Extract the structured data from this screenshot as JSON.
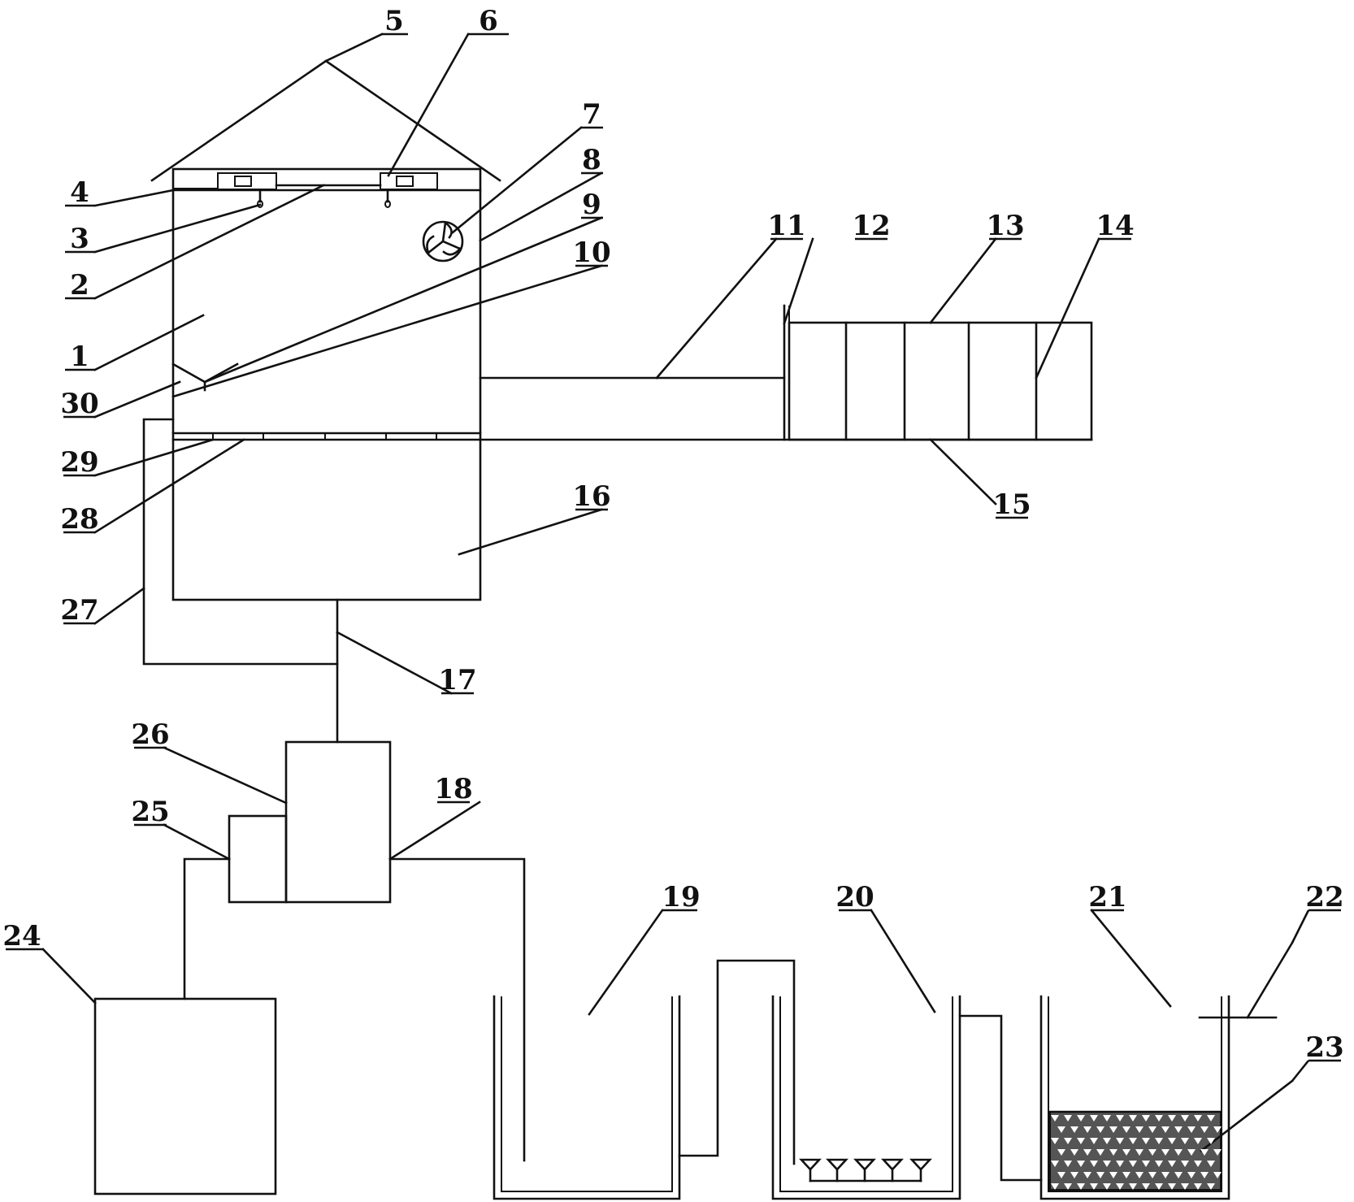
{
  "labels": {
    "1": "1",
    "2": "2",
    "3": "3",
    "4": "4",
    "5": "5",
    "6": "6",
    "7": "7",
    "8": "8",
    "9": "9",
    "10": "10",
    "11": "11",
    "12": "12",
    "13": "13",
    "14": "14",
    "15": "15",
    "16": "16",
    "17": "17",
    "18": "18",
    "19": "19",
    "20": "20",
    "21": "21",
    "22": "22",
    "23": "23",
    "24": "24",
    "25": "25",
    "26": "26",
    "27": "27",
    "28": "28",
    "29": "29",
    "30": "30"
  }
}
